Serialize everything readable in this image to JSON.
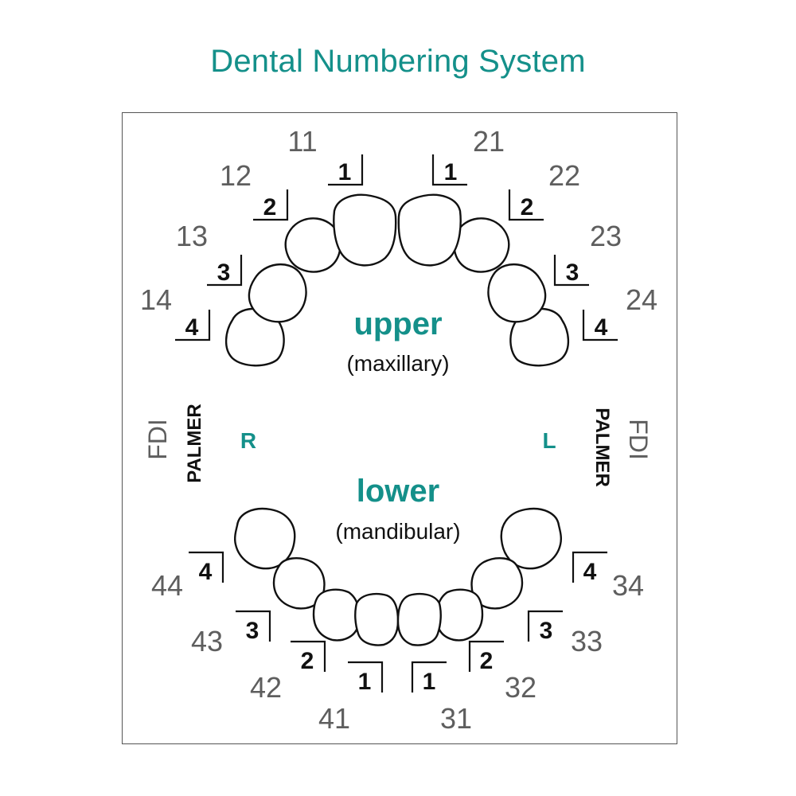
{
  "title": "Dental Numbering System",
  "colors": {
    "accent": "#14908a",
    "fdi_text": "#5e5e5e",
    "outline": "#111111"
  },
  "jaws": {
    "upper": {
      "label": "upper",
      "sublabel": "(maxillary)"
    },
    "lower": {
      "label": "lower",
      "sublabel": "(mandibular)"
    }
  },
  "sides": {
    "right": "R",
    "left": "L"
  },
  "systems": {
    "fdi": "FDI",
    "palmer": "PALMER"
  },
  "teeth": [
    {
      "fdi": "11",
      "palmer": "1"
    },
    {
      "fdi": "12",
      "palmer": "2"
    },
    {
      "fdi": "13",
      "palmer": "3"
    },
    {
      "fdi": "14",
      "palmer": "4"
    },
    {
      "fdi": "21",
      "palmer": "1"
    },
    {
      "fdi": "22",
      "palmer": "2"
    },
    {
      "fdi": "23",
      "palmer": "3"
    },
    {
      "fdi": "24",
      "palmer": "4"
    },
    {
      "fdi": "31",
      "palmer": "1"
    },
    {
      "fdi": "32",
      "palmer": "2"
    },
    {
      "fdi": "33",
      "palmer": "3"
    },
    {
      "fdi": "34",
      "palmer": "4"
    },
    {
      "fdi": "41",
      "palmer": "1"
    },
    {
      "fdi": "42",
      "palmer": "2"
    },
    {
      "fdi": "43",
      "palmer": "3"
    },
    {
      "fdi": "44",
      "palmer": "4"
    }
  ]
}
